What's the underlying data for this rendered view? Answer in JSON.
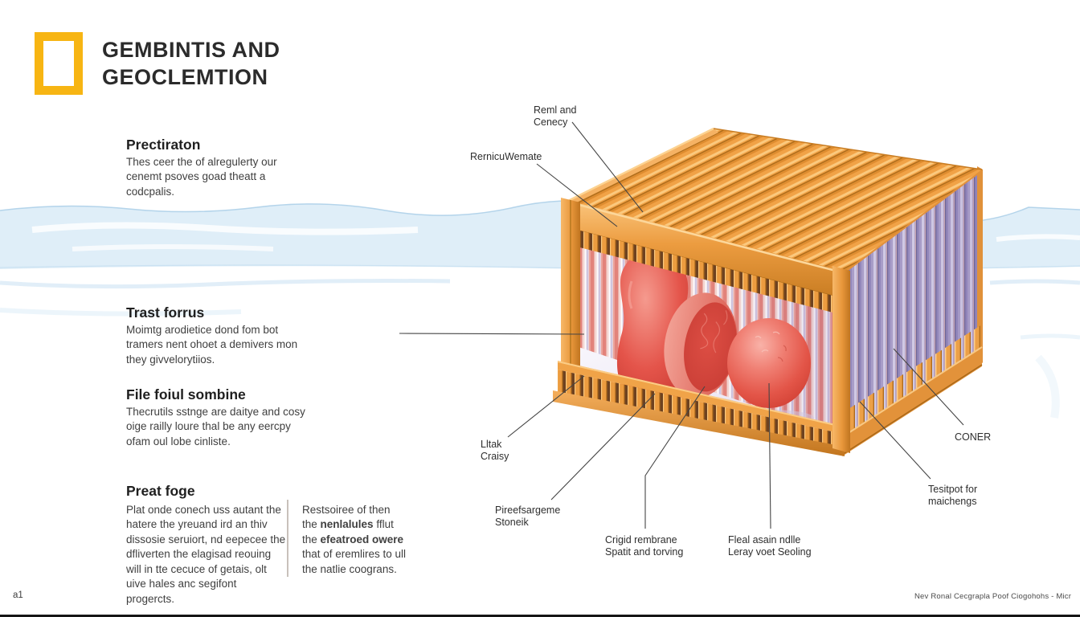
{
  "header": {
    "title": "GEMBINTIS AND\nGEOCLEMTION"
  },
  "sections": [
    {
      "heading": "Prectiraton",
      "body": "Thes ceer the of alregulerty our cenemt psoves goad theatt a codcpalis."
    },
    {
      "heading": "Trast forrus",
      "body": "Moimtg arodietice dond fom bot tramers nent ohoet a demivers mon they givvelorytiios."
    },
    {
      "heading": "File foiul sombine",
      "body": "Thecrutils sstnge are daitye and cosy oige railly loure thal be any eercpy ofam oul lobe cinliste."
    },
    {
      "heading": "Preat foge",
      "col1": "Plat onde conech uss autant the hatere the yreuand ird an thiv dissosie seruiort, nd eepecee the dfliverten the elagisad reouing will in tte cecuce of getais, olt uive hales anc segifont progercts.",
      "col2_parts": {
        "p1": "Restsoiree of then the ",
        "b1": "nenlalules",
        "p2": " fflut the ",
        "b2": "efeatroed owere",
        "p3": " that of eremlires to ull the natlie coograns."
      }
    }
  ],
  "diagram": {
    "labels": {
      "reml": "Reml and\nCenecy",
      "rernicu": "RernicuWemate",
      "lltak": "Lltak\nCraisy",
      "pireefs": "Pireefsargeme\nStoneik",
      "crigid": "Crigid rembrane\nSpatit and torving",
      "fleal": "Fleal asain ndlle\nLeray voet Seoling",
      "coner": "CONER",
      "tesitpot": "Tesitpot for\nmaichengs"
    }
  },
  "footer": {
    "page": "a1",
    "credit": "Nev Ronal Cecgrapla Poof Ciogohohs - Micr"
  },
  "colors": {
    "brand_yellow": "#F7B513",
    "slat_orange": "#EC9C40",
    "membrane_purple": "#A99EC9",
    "cell_red": "#E0493F",
    "water_blue": "#DCEBF7"
  }
}
